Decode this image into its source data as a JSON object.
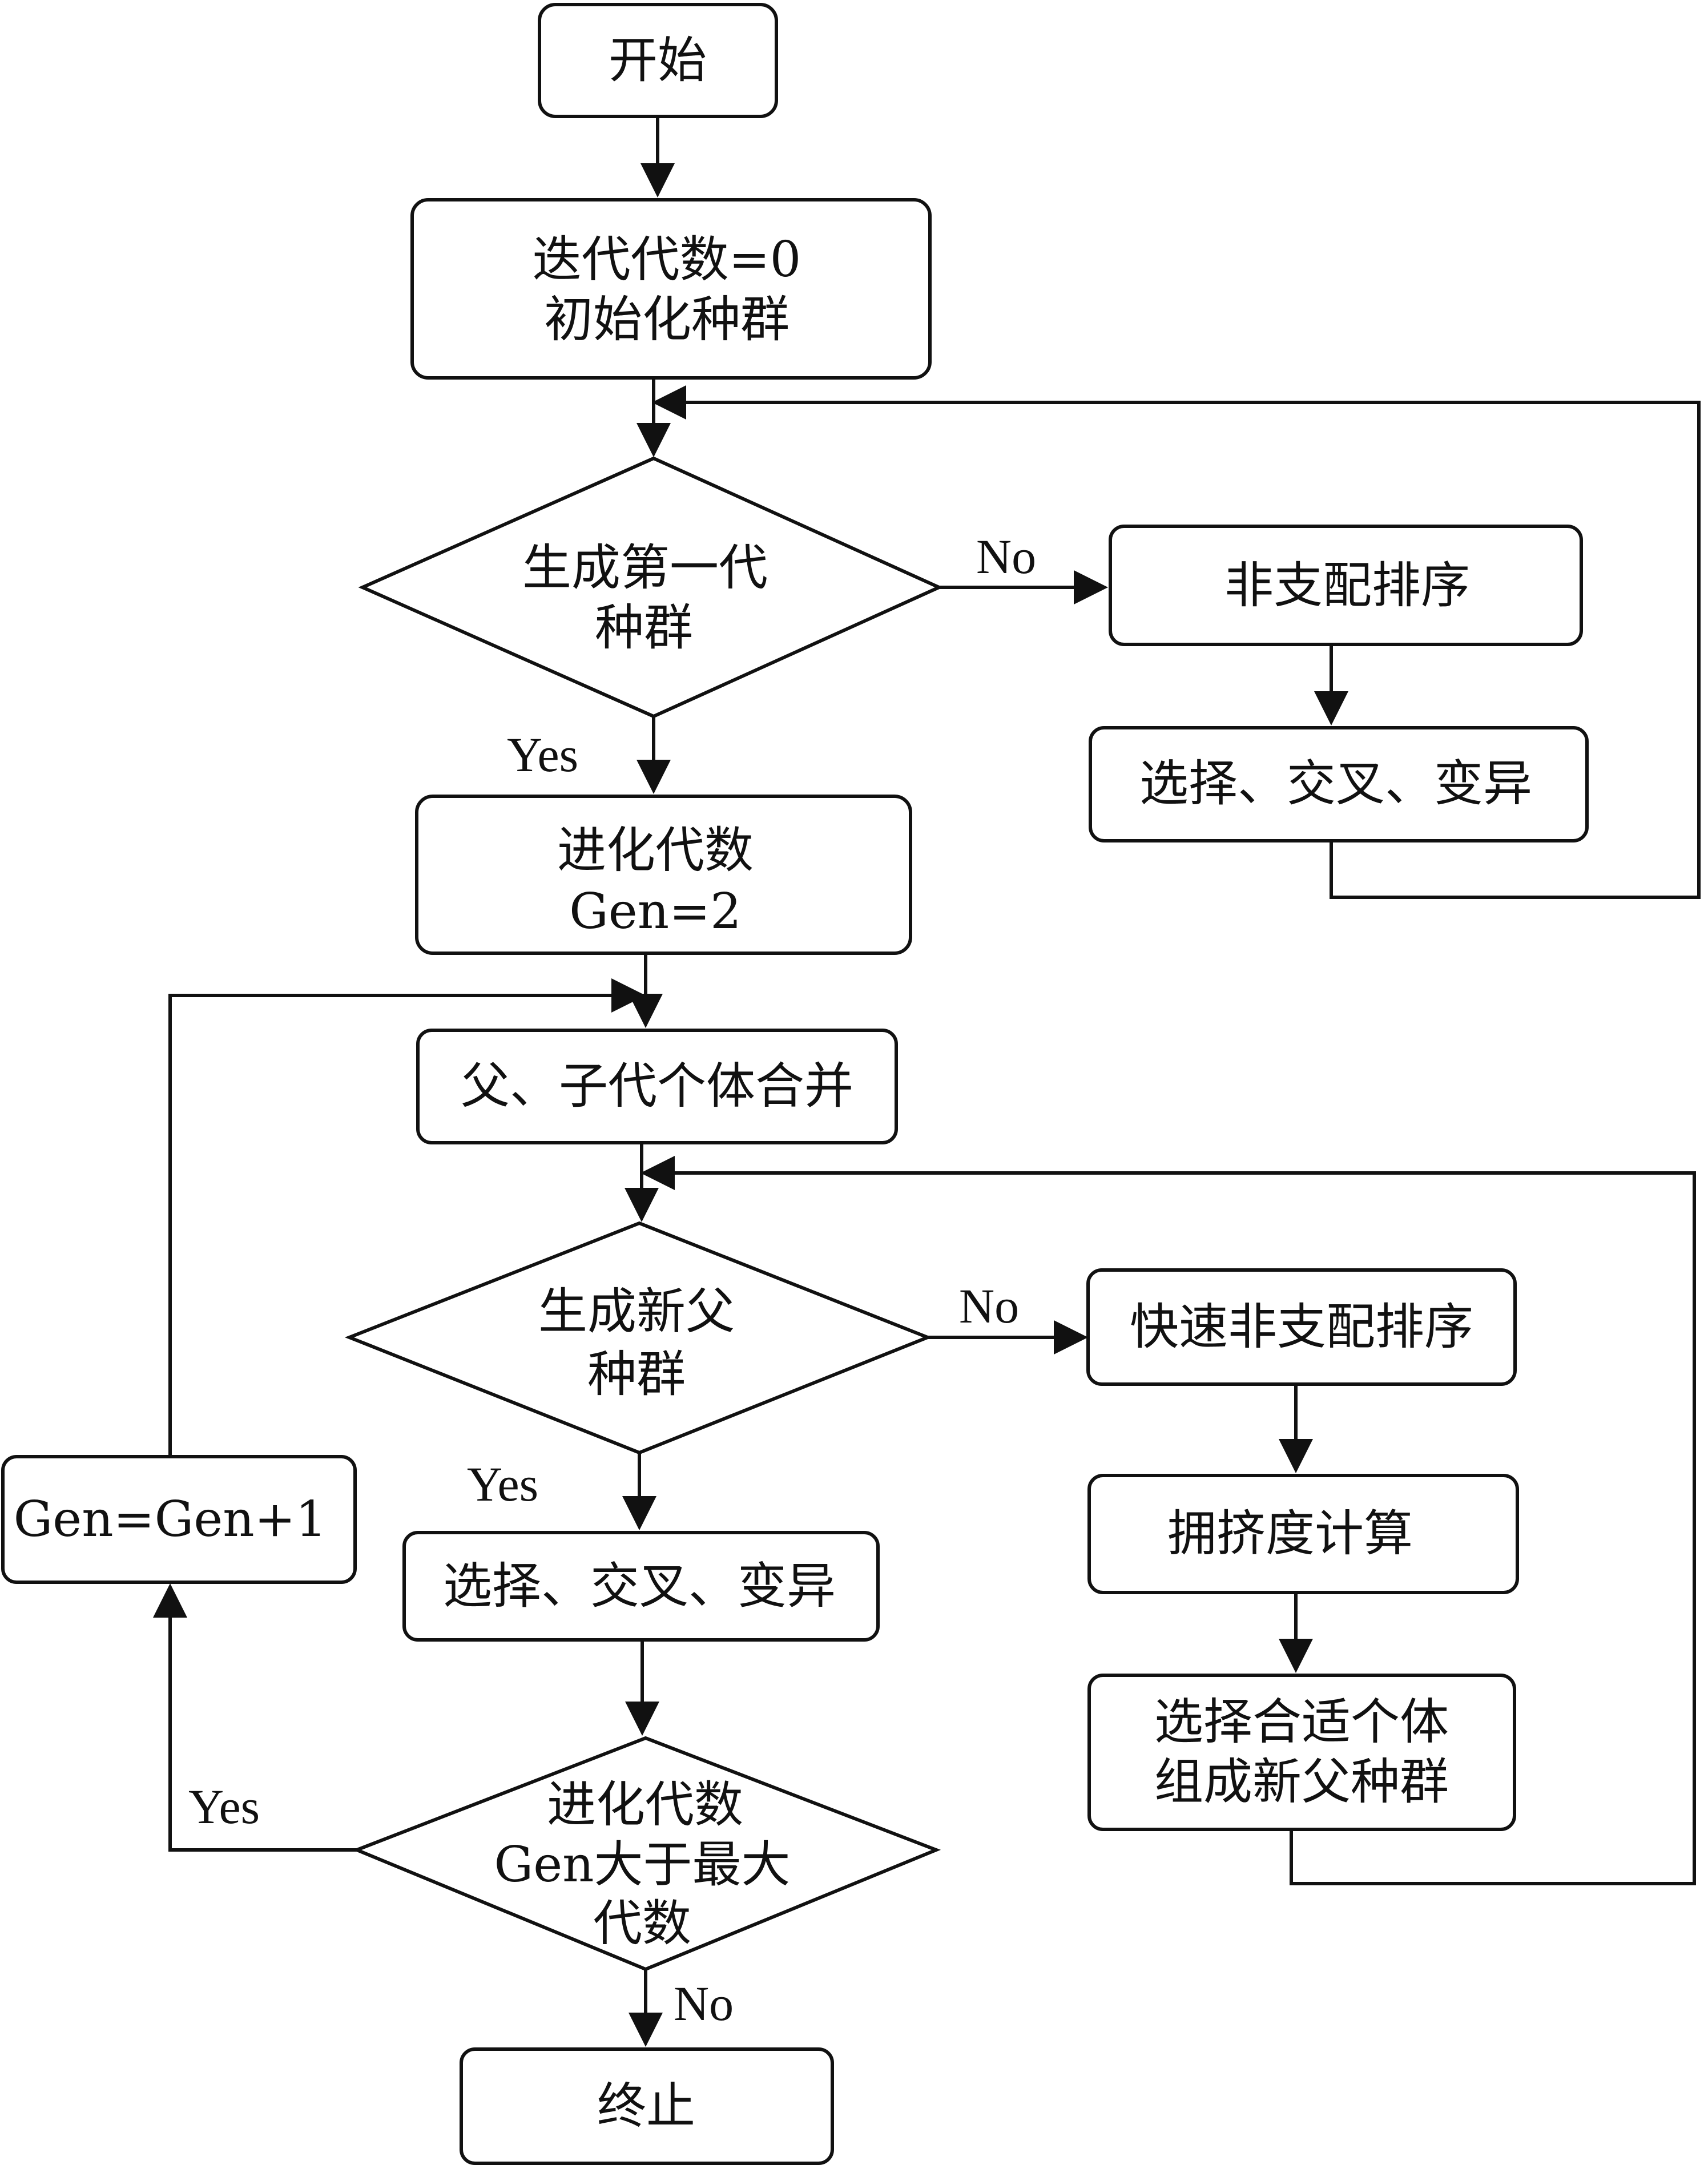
{
  "nodes": {
    "start": "开始",
    "init_line1": "迭代代数=0",
    "init_line2": "初始化种群",
    "dec1_line1": "生成第一代",
    "dec1_line2": "种群",
    "nondom_sort": "非支配排序",
    "sel1": "选择、交叉、变异",
    "evo_line1": "进化代数",
    "evo_line2": "Gen=2",
    "merge": "父、子代个体合并",
    "dec2_line1": "生成新父",
    "dec2_line2": "种群",
    "fast_sort": "快速非支配排序",
    "crowding": "拥挤度计算",
    "choose_line1": "选择合适个体",
    "choose_line2": "组成新父种群",
    "sel2": "选择、交叉、变异",
    "gen_inc": "Gen=Gen+1",
    "dec3_line1": "进化代数",
    "dec3_line2": "Gen大于最大",
    "dec3_line3": "代数",
    "end": "终止"
  },
  "labels": {
    "dec1_no": "No",
    "dec1_yes": "Yes",
    "dec2_no": "No",
    "dec2_yes": "Yes",
    "dec3_yes": "Yes",
    "dec3_no": "No"
  }
}
